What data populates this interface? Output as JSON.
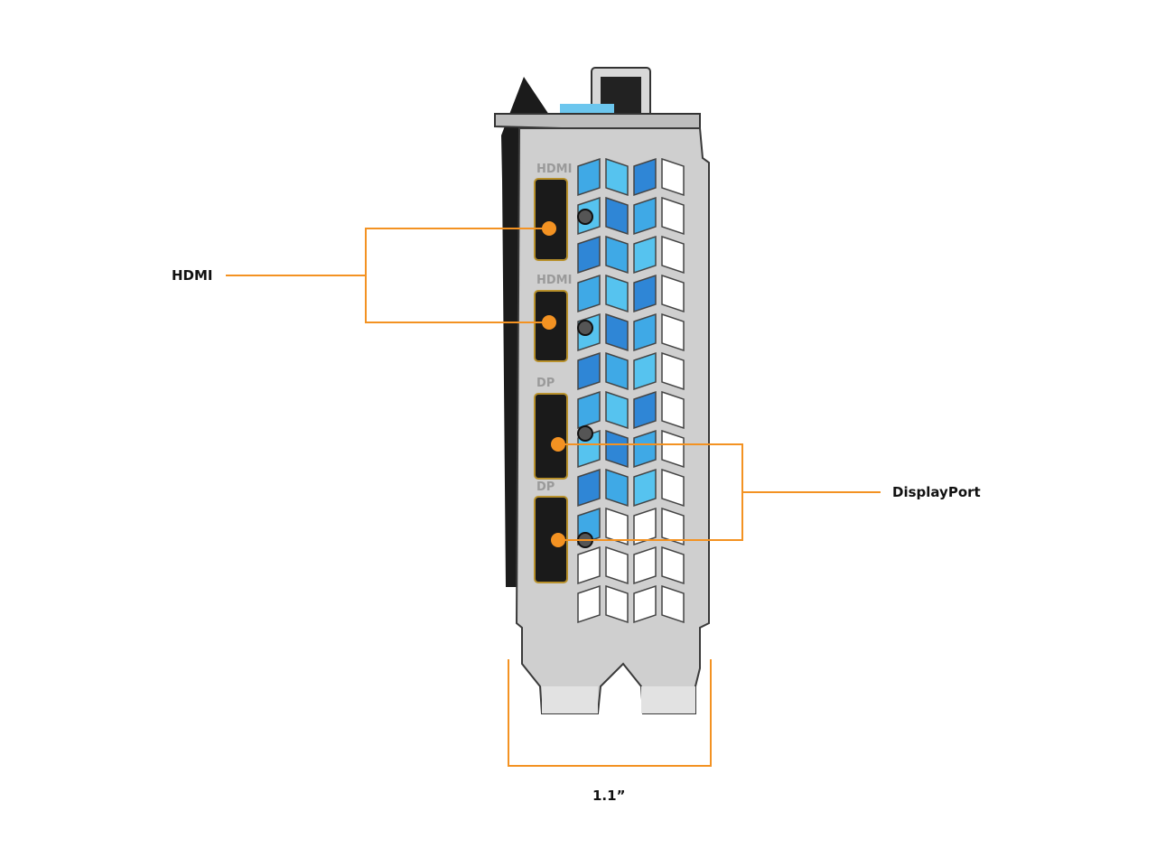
{
  "callouts": {
    "hdmi": "HDMI",
    "displayport": "DisplayPort",
    "width": "1.1”"
  },
  "bracket_labels": [
    "HDMI",
    "HDMI",
    "DP",
    "DP"
  ],
  "colors": {
    "accent": "#f39222",
    "bracket": "#c9c9c9",
    "vent_blue": "#3fa9e6",
    "port": "#1a1a1a"
  }
}
